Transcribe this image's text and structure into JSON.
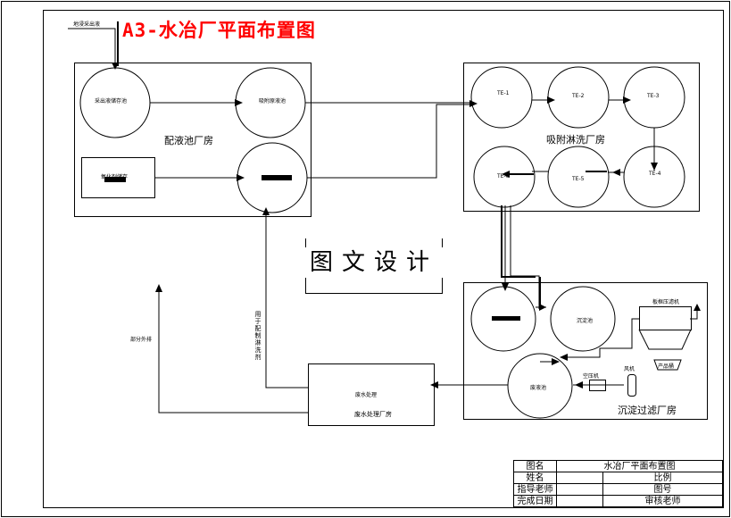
{
  "title": "A3-水冶厂平面布置图",
  "stamp_text": "图文设计",
  "rooms": {
    "pei_ye": "配液池厂房",
    "xi_fu": "吸附淋洗厂房",
    "chen_dian": "沉淀过滤厂房",
    "fei_shui": "废水处理厂房"
  },
  "equipment": {
    "inlet": "地浸采出液",
    "raw_pool": "采出液储存池",
    "adsorb_pool": "吸附原液池",
    "oxidant": "氧化剂储存",
    "tower1": "TE-1",
    "tower2": "TE-2",
    "tower3": "TE-3",
    "tower4": "TE-4",
    "tower5": "TE-5",
    "tower6": "TE-6",
    "settling": "沉淀池",
    "filter": "板框压滤机",
    "product": "产品桶",
    "waste_pool": "废液池",
    "press": "空压机",
    "fan": "风机",
    "waste_treat": "废水处理"
  },
  "notes": {
    "reuse": "用于配制淋洗剂",
    "discharge": "部分外排"
  },
  "title_block": {
    "r1": [
      "图名",
      "水冶厂平面布置图"
    ],
    "r2": [
      "姓名",
      "比例"
    ],
    "r3": [
      "指导老师",
      "图号"
    ],
    "r4": [
      "完成日期",
      "审核老师"
    ]
  }
}
